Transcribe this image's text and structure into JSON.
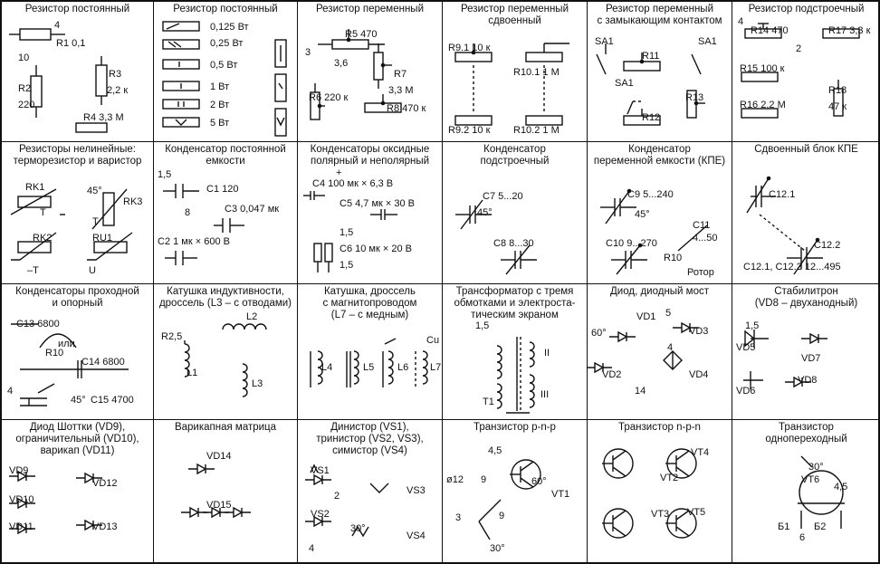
{
  "cells": [
    {
      "title": "Резистор постоянный",
      "labels": [
        "R1 0,1",
        "4",
        "10",
        "R2",
        "220",
        "R3",
        "2,2 к",
        "R4 3,3 М"
      ]
    },
    {
      "title": "Резистор постоянный",
      "labels": [
        "0,125 Вт",
        "0,25 Вт",
        "0,5 Вт",
        "1 Вт",
        "2 Вт",
        "5 Вт"
      ]
    },
    {
      "title": "Резистор переменный",
      "labels": [
        "R5 470",
        "3",
        "3,6",
        "R7",
        "3,3 М",
        "R6 220 к",
        "R8 470 к"
      ]
    },
    {
      "title": "Резистор переменный\nсдвоенный",
      "labels": [
        "R9.1 10 к",
        "R10.1 1 М",
        "R9.2 10 к",
        "R10.2 1 М"
      ]
    },
    {
      "title": "Резистор переменный\nс замыкающим контактом",
      "labels": [
        "SA1",
        "SA1",
        "R11",
        "SA1",
        "R13",
        "R12"
      ]
    },
    {
      "title": "Резистор подстроечный",
      "labels": [
        "R14 470",
        "R17 3,3 к",
        "R15 100 к",
        "R18",
        "47 к",
        "R16 2,2 М",
        "4",
        "2"
      ]
    },
    {
      "title": "Резисторы нелинейные:\nтерморезистор и варистор",
      "labels": [
        "RK1",
        "45°",
        "RK3",
        "T",
        "T",
        "RK2",
        "RU1",
        "–T",
        "U"
      ]
    },
    {
      "title": "Конденсатор постоянной\nемкости",
      "labels": [
        "1,5",
        "C1 120",
        "8",
        "C3 0,047 мк",
        "C2 1 мк × 600 В"
      ]
    },
    {
      "title": "Конденсаторы оксидные\nполярный и неполярный",
      "labels": [
        "C4 100 мк × 6,3 В",
        "+",
        "C5 4,7 мк × 30 В",
        "1,5",
        "C6 10 мк × 20 В",
        "1,5"
      ]
    },
    {
      "title": "Конденсатор\nподстроечный",
      "labels": [
        "C7 5...20",
        "45°",
        "C8 8...30"
      ]
    },
    {
      "title": "Конденсатор\nпеременной емкости (КПЕ)",
      "labels": [
        "C9 5...240",
        "45°",
        "C11",
        "4...50",
        "C10 9...270",
        "R10",
        "Ротор"
      ]
    },
    {
      "title": "Сдвоенный блок КПЕ",
      "labels": [
        "C12.1",
        "C12.2",
        "C12.1, C12.2 12...495"
      ]
    },
    {
      "title": "Конденсаторы проходной\nи опорный",
      "labels": [
        "C13 6800",
        "или",
        "R10",
        "C14 6800",
        "4",
        "45°",
        "C15 4700"
      ]
    },
    {
      "title": "Катушка индуктивности,\nдроссель (L3 – с отводами)",
      "labels": [
        "R2,5",
        "L2",
        "L1",
        "L3"
      ]
    },
    {
      "title": "Катушка, дроссель\nс магнитопроводом\n(L7 – с медным)",
      "labels": [
        "L4",
        "L5",
        "L6",
        "L7",
        "Cu"
      ]
    },
    {
      "title": "Трансформатор с тремя\nобмотками и электроста-\nтическим экраном",
      "labels": [
        "1,5",
        "II",
        "III",
        "T1"
      ]
    },
    {
      "title": "Диод, диодный мост",
      "labels": [
        "VD1",
        "5",
        "60°",
        "4",
        "VD3",
        "VD2",
        "VD4",
        "14"
      ]
    },
    {
      "title": "Стабилитрон\n(VD8 – двуханодный)",
      "labels": [
        "1,5",
        "VD5",
        "VD7",
        "VD6",
        "VD8"
      ]
    },
    {
      "title": "Диод Шоттки (VD9),\nограничительный (VD10),\nварикап (VD11)",
      "labels": [
        "VD9",
        "VD12",
        "VD10",
        "VD11",
        "VD13"
      ]
    },
    {
      "title": "Варикапная матрица",
      "labels": [
        "VD14",
        "VD15"
      ]
    },
    {
      "title": "Динистор (VS1),\nтринистор (VS2, VS3),\nсимистор (VS4)",
      "labels": [
        "VS1",
        "2",
        "VS3",
        "VS2",
        "30°",
        "4",
        "VS4"
      ]
    },
    {
      "title": "Транзистор p-n-p",
      "labels": [
        "4,5",
        "ø12",
        "9",
        "60°",
        "VT1",
        "3",
        "9",
        "30°"
      ]
    },
    {
      "title": "Транзистор n-p-n",
      "labels": [
        "VT4",
        "VT2",
        "VT3",
        "VT5"
      ]
    },
    {
      "title": "Транзистор\nоднопереходный",
      "labels": [
        "30°",
        "VT6",
        "4,5",
        "Б1",
        "Б2",
        "6"
      ]
    }
  ]
}
